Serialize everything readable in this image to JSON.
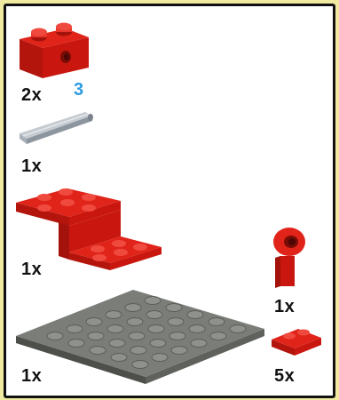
{
  "step_number": "3",
  "parts": [
    {
      "name": "red-brick-1x2-with-pin-hole",
      "quantity": "2x",
      "color": "#d1180e"
    },
    {
      "name": "gray-axle",
      "quantity": "1x",
      "color": "#9aa3ad"
    },
    {
      "name": "red-bracket-plate",
      "quantity": "1x",
      "color": "#d1180e"
    },
    {
      "name": "red-pin-connector",
      "quantity": "1x",
      "color": "#d1180e"
    },
    {
      "name": "dark-gray-plate-6x6",
      "quantity": "1x",
      "color": "#6e716c"
    },
    {
      "name": "red-plate-1x2",
      "quantity": "5x",
      "color": "#d1180e"
    }
  ],
  "colors": {
    "background": "#f1eba2",
    "frame": "#111111",
    "panel": "#ffffff",
    "step": "#2b9be0"
  }
}
